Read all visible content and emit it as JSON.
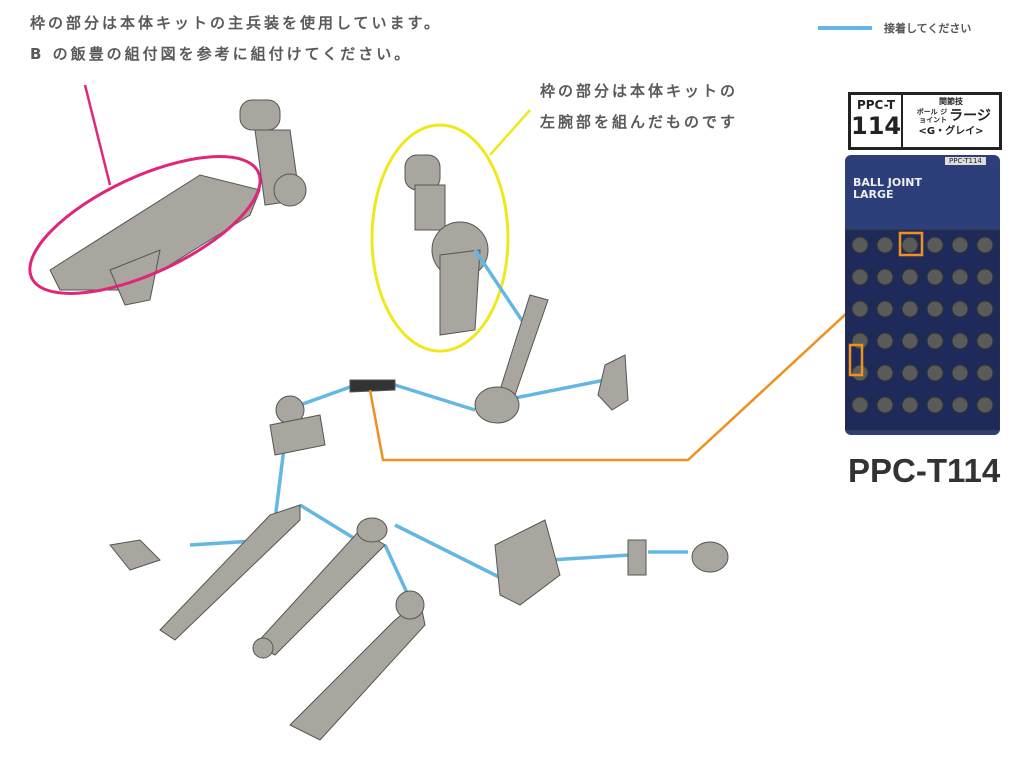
{
  "notes": {
    "main_weapon_line1": "枠の部分は本体キットの主兵装を使用しています。",
    "main_weapon_line2": "B の飯豊の組付図を参考に組付けてください。",
    "left_arm_line1": "枠の部分は本体キットの",
    "left_arm_line2": "左腕部を組んだものです"
  },
  "legend": {
    "label": "接着してください",
    "color": "#63b8e3"
  },
  "product_label": {
    "series": "PPC-T",
    "number": "114",
    "category": "関節技",
    "name_small": "ボール ジョイント",
    "name_large": "ラージ",
    "variant": "<G・グレイ>"
  },
  "package": {
    "code": "PPC-T114",
    "title_line1": "BALL JOINT",
    "title_line2": "LARGE"
  },
  "product_code": "PPC-T114",
  "colors": {
    "glue_line": "#63b8e3",
    "weapon_highlight": "#e0267a",
    "arm_highlight": "#f0e81c",
    "part_callout": "#f0901e",
    "part_gray": "#a9a69f"
  }
}
